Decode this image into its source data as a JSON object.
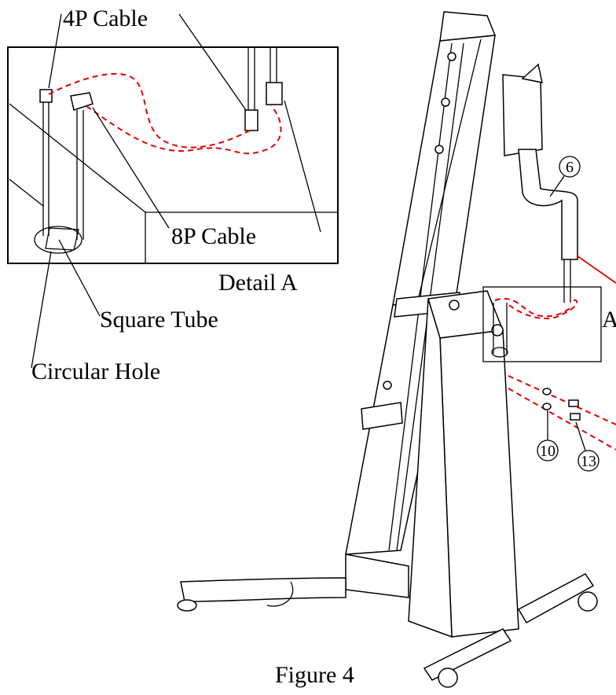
{
  "labels": {
    "cable_4p": "4P Cable",
    "cable_8p": "8P Cable",
    "detail": "Detail  A",
    "square_tube": "Square Tube",
    "circular_hole": "Circular Hole",
    "detail_marker": "A",
    "caption": "Figure 4"
  },
  "parts": {
    "p6": "6",
    "p10": "10",
    "p13": "13"
  },
  "colors": {
    "line": "#000000",
    "cable_path": "#e30000",
    "background": "#ffffff"
  }
}
